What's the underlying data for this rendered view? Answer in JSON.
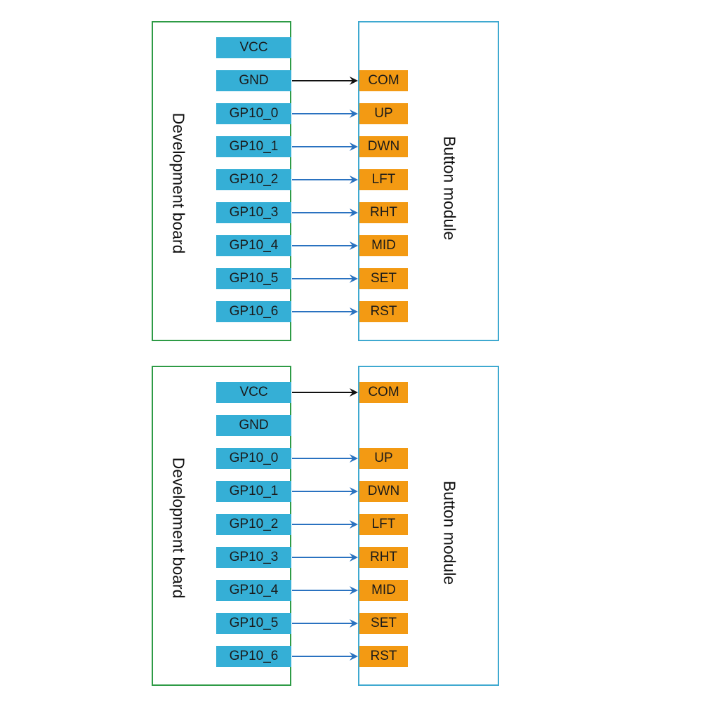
{
  "colors": {
    "board_border": "#2e9b46",
    "module_border": "#3fa9d0",
    "board_pin_fill": "#35afd6",
    "module_pin_fill": "#f39a13",
    "power_wire": "#111111",
    "signal_wire": "#2a72c0"
  },
  "diagrams": [
    {
      "board_label": "Development board",
      "module_label": "Button module",
      "board_pins": [
        "VCC",
        "GND",
        "GP10_0",
        "GP10_1",
        "GP10_2",
        "GP10_3",
        "GP10_4",
        "GP10_5",
        "GP10_6"
      ],
      "module_pins": [
        "",
        "COM",
        "UP",
        "DWN",
        "LFT",
        "RHT",
        "MID",
        "SET",
        "RST"
      ],
      "connections": [
        {
          "from": "GND",
          "to": "COM",
          "type": "power"
        },
        {
          "from": "GP10_0",
          "to": "UP",
          "type": "signal"
        },
        {
          "from": "GP10_1",
          "to": "DWN",
          "type": "signal"
        },
        {
          "from": "GP10_2",
          "to": "LFT",
          "type": "signal"
        },
        {
          "from": "GP10_3",
          "to": "RHT",
          "type": "signal"
        },
        {
          "from": "GP10_4",
          "to": "MID",
          "type": "signal"
        },
        {
          "from": "GP10_5",
          "to": "SET",
          "type": "signal"
        },
        {
          "from": "GP10_6",
          "to": "RST",
          "type": "signal"
        }
      ]
    },
    {
      "board_label": "Development board",
      "module_label": "Button module",
      "board_pins": [
        "VCC",
        "GND",
        "GP10_0",
        "GP10_1",
        "GP10_2",
        "GP10_3",
        "GP10_4",
        "GP10_5",
        "GP10_6"
      ],
      "module_pins": [
        "COM",
        "",
        "UP",
        "DWN",
        "LFT",
        "RHT",
        "MID",
        "SET",
        "RST"
      ],
      "connections": [
        {
          "from": "VCC",
          "to": "COM",
          "type": "power"
        },
        {
          "from": "GP10_0",
          "to": "UP",
          "type": "signal"
        },
        {
          "from": "GP10_1",
          "to": "DWN",
          "type": "signal"
        },
        {
          "from": "GP10_2",
          "to": "LFT",
          "type": "signal"
        },
        {
          "from": "GP10_3",
          "to": "RHT",
          "type": "signal"
        },
        {
          "from": "GP10_4",
          "to": "MID",
          "type": "signal"
        },
        {
          "from": "GP10_5",
          "to": "SET",
          "type": "signal"
        },
        {
          "from": "GP10_6",
          "to": "RST",
          "type": "signal"
        }
      ]
    }
  ]
}
